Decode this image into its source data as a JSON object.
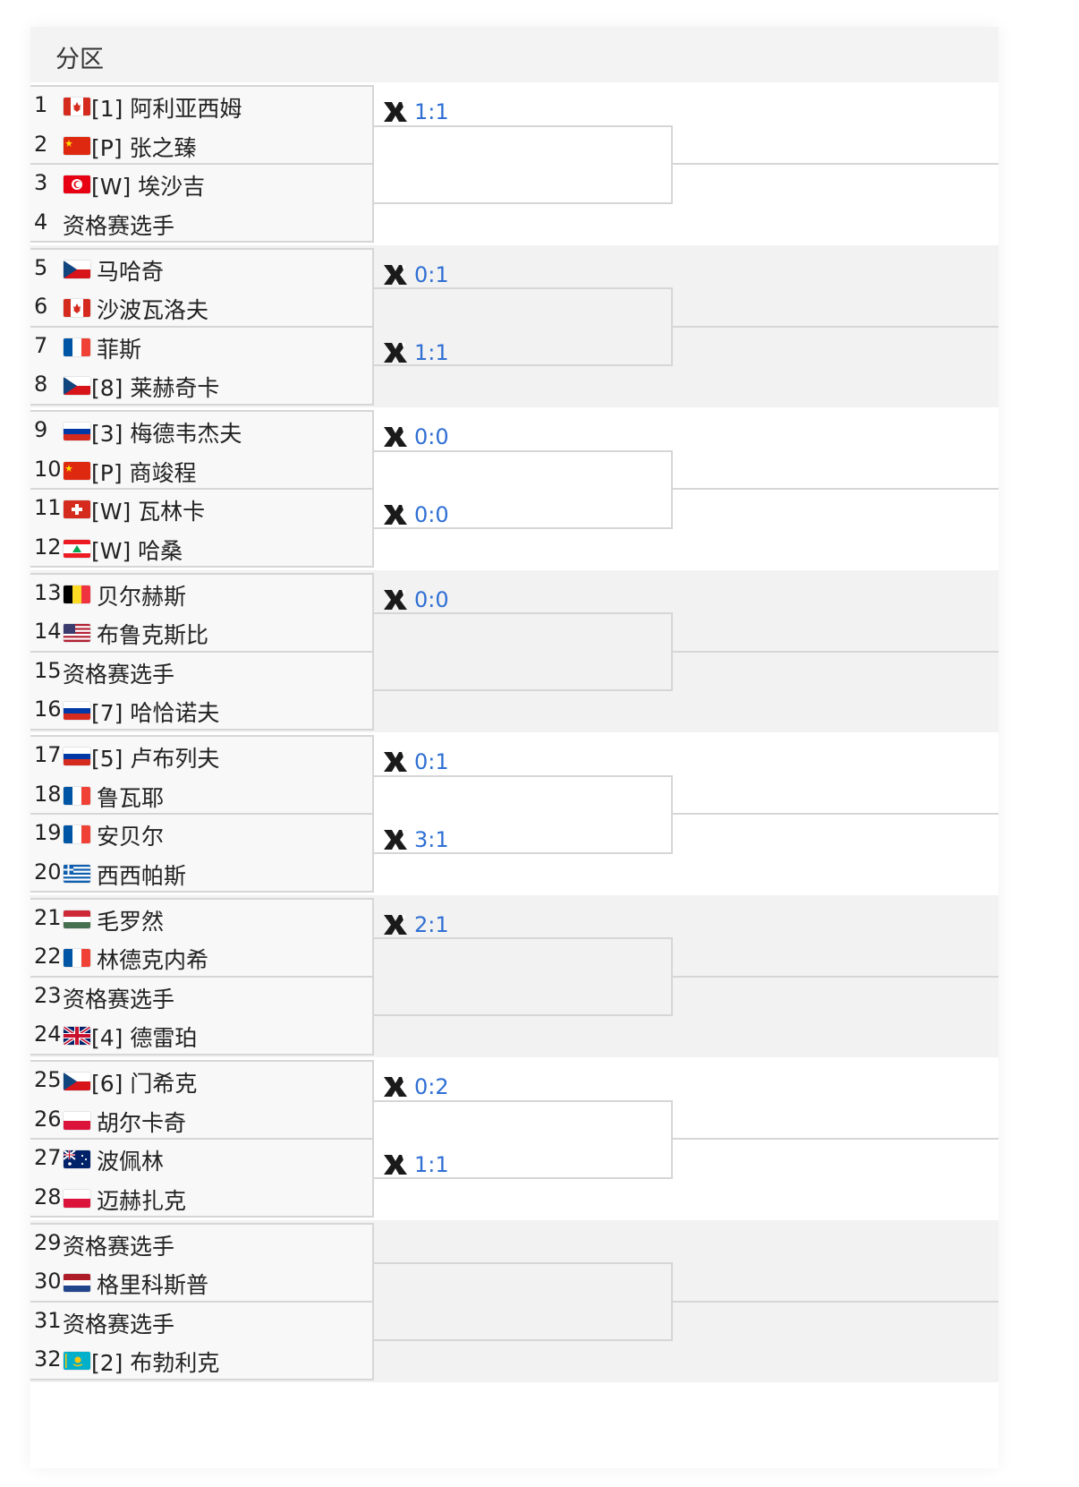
{
  "header": {
    "title": "分区"
  },
  "colors": {
    "score": "#2f6fd4",
    "line": "#d6d6d6"
  },
  "players": [
    {
      "num": "1",
      "name": "[1] 阿利亚西姆",
      "flag": "canada"
    },
    {
      "num": "2",
      "name": "[P] 张之臻",
      "flag": "china"
    },
    {
      "num": "3",
      "name": "[W] 埃沙吉",
      "flag": "tunisia"
    },
    {
      "num": "4",
      "name": "资格赛选手",
      "flag": ""
    },
    {
      "num": "5",
      "name": "马哈奇",
      "flag": "czech"
    },
    {
      "num": "6",
      "name": "沙波瓦洛夫",
      "flag": "canada"
    },
    {
      "num": "7",
      "name": "菲斯",
      "flag": "france"
    },
    {
      "num": "8",
      "name": "[8] 莱赫奇卡",
      "flag": "czech"
    },
    {
      "num": "9",
      "name": "[3] 梅德韦杰夫",
      "flag": "russia"
    },
    {
      "num": "10",
      "name": "[P] 商竣程",
      "flag": "china"
    },
    {
      "num": "11",
      "name": "[W] 瓦林卡",
      "flag": "switzerland"
    },
    {
      "num": "12",
      "name": "[W] 哈桑",
      "flag": "lebanon"
    },
    {
      "num": "13",
      "name": "贝尔赫斯",
      "flag": "belgium"
    },
    {
      "num": "14",
      "name": "布鲁克斯比",
      "flag": "usa"
    },
    {
      "num": "15",
      "name": "资格赛选手",
      "flag": ""
    },
    {
      "num": "16",
      "name": "[7] 哈恰诺夫",
      "flag": "russia"
    },
    {
      "num": "17",
      "name": "[5] 卢布列夫",
      "flag": "russia"
    },
    {
      "num": "18",
      "name": "鲁瓦耶",
      "flag": "france"
    },
    {
      "num": "19",
      "name": "安贝尔",
      "flag": "france"
    },
    {
      "num": "20",
      "name": "西西帕斯",
      "flag": "greece"
    },
    {
      "num": "21",
      "name": "毛罗然",
      "flag": "hungary"
    },
    {
      "num": "22",
      "name": "林德克内希",
      "flag": "france"
    },
    {
      "num": "23",
      "name": "资格赛选手",
      "flag": ""
    },
    {
      "num": "24",
      "name": "[4] 德雷珀",
      "flag": "uk"
    },
    {
      "num": "25",
      "name": "[6] 门希克",
      "flag": "czech"
    },
    {
      "num": "26",
      "name": "胡尔卡奇",
      "flag": "poland"
    },
    {
      "num": "27",
      "name": "波佩林",
      "flag": "australia"
    },
    {
      "num": "28",
      "name": "迈赫扎克",
      "flag": "poland"
    },
    {
      "num": "29",
      "name": "资格赛选手",
      "flag": ""
    },
    {
      "num": "30",
      "name": "格里科斯普",
      "flag": "netherlands"
    },
    {
      "num": "31",
      "name": "资格赛选手",
      "flag": ""
    },
    {
      "num": "32",
      "name": "[2] 布勃利克",
      "flag": "kazakhstan"
    }
  ],
  "h2h": [
    {
      "group": 1,
      "slot": "top",
      "score": "1:1"
    },
    {
      "group": 2,
      "slot": "top",
      "score": "0:1"
    },
    {
      "group": 2,
      "slot": "bottom",
      "score": "1:1"
    },
    {
      "group": 3,
      "slot": "top",
      "score": "0:0"
    },
    {
      "group": 3,
      "slot": "bottom",
      "score": "0:0"
    },
    {
      "group": 4,
      "slot": "top",
      "score": "0:0"
    },
    {
      "group": 5,
      "slot": "top",
      "score": "0:1"
    },
    {
      "group": 5,
      "slot": "bottom",
      "score": "3:1"
    },
    {
      "group": 6,
      "slot": "top",
      "score": "2:1"
    },
    {
      "group": 7,
      "slot": "top",
      "score": "0:2"
    },
    {
      "group": 7,
      "slot": "bottom",
      "score": "1:1"
    }
  ]
}
